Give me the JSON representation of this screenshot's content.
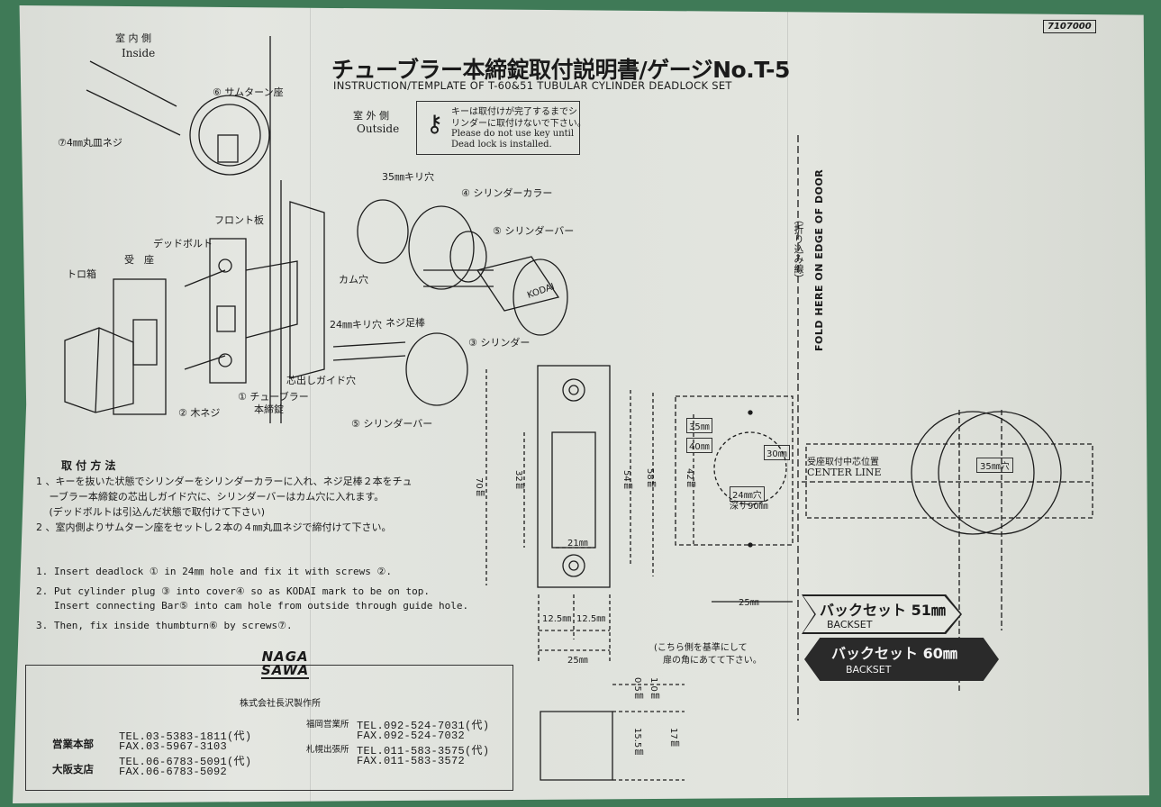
{
  "doc_number": "7107000",
  "title_jp": "チューブラー本締錠取付説明書/ゲージNo.T-5",
  "title_en": "INSTRUCTION/TEMPLATE OF T-60&51 TUBULAR CYLINDER DEADLOCK SET",
  "inside_jp": "室 内 側",
  "inside_en": "Inside",
  "outside_jp": "室 外 側",
  "outside_en": "Outside",
  "key_note_jp_1": "キーは取付けが完了するまでシ",
  "key_note_jp_2": "リンダーに取付けないで下さい。",
  "key_note_en_1": "Please do not use key until",
  "key_note_en_2": "Dead lock is installed.",
  "parts": {
    "thumbturn": "⑥ サムターン座",
    "screw4": "⑦4㎜丸皿ネジ",
    "front_plate": "フロント板",
    "deadbolt": "デッドボルト",
    "strike": "受　座",
    "box": "トロ箱",
    "hole35": "35㎜キリ穴",
    "collar": "④ シリンダーカラー",
    "bar5": "⑤ シリンダーバー",
    "cam_hole": "カム穴",
    "hole24": "24㎜キリ穴",
    "screw_post": "ネジ足棒",
    "cylinder": "③ シリンダー",
    "guide_hole": "芯出しガイド穴",
    "tubular_1": "① チューブラー",
    "tubular_2": "本締錠",
    "wood_screw": "② 木ネジ",
    "bar5b": "⑤ シリンダーバー",
    "brand": "KODAI"
  },
  "fold_en": "FOLD HERE ON EDGE OF DOOR",
  "fold_jp": "（折り込み線）",
  "method_title": "取 付 方 法",
  "steps_jp": [
    "1 、キーを抜いた状態でシリンダーをシリンダーカラーに入れ、ネジ足棒２本をチュ",
    "　 ーブラー本締錠の芯出しガイド穴に、シリンダーバーはカム穴に入れます。",
    "　 (デッドボルトは引込んだ状態で取付けて下さい)",
    "2 、室内側よりサムターン座をセットし２本の４㎜丸皿ネジで締付けて下さい。"
  ],
  "steps_en": [
    "1. Insert deadlock ① in 24㎜ hole and fix it with screws ②.",
    "2. Put cylinder plug ③ into cover④ so as KODAI mark to be on top.",
    "   Insert connecting Bar⑤ into cam hole from outside through guide hole.",
    "3. Then, fix inside thumbturn⑥ by screws⑦."
  ],
  "dims": {
    "d70": "70㎜",
    "d32": "32㎜",
    "d54": "54㎜",
    "d21": "21㎜",
    "d12a": "12.5㎜",
    "d12b": "12.5㎜",
    "d25w": "25㎜",
    "d35": "35㎜",
    "d40": "40㎜",
    "d30": "30㎜",
    "d58": "58㎜",
    "d42": "42㎜",
    "d24hole": "24㎜穴",
    "d24depth": "深サ90㎜",
    "d25": "25㎜",
    "d35hole": "35㎜穴",
    "d05": "0.5㎜",
    "d10": "1.0㎜",
    "d155": "15.5㎜",
    "d17": "17㎜"
  },
  "center_line_jp": "受座取付中芯位置",
  "center_line_en": "CENTER LINE",
  "edge_note_1": "(こちら側を基準にして",
  "edge_note_2": "扉の角にあてて下さい。",
  "backset51_jp": "バックセット 51㎜",
  "backset51_en": "BACKSET",
  "backset60_jp": "バックセット 60㎜",
  "backset60_en": "BACKSET",
  "company": {
    "logo_1": "NAGA",
    "logo_2": "SAWA",
    "name": "株式会社長沢製作所",
    "hq": "営業本部",
    "hq_tel": "TEL.03-5383-1811(代)",
    "hq_fax": "FAX.03-5967-3103",
    "osaka": "大阪支店",
    "osaka_tel": "TEL.06-6783-5091(代)",
    "osaka_fax": "FAX.06-6783-5092",
    "fukuoka": "福岡営業所",
    "fukuoka_tel": "TEL.092-524-7031(代)",
    "fukuoka_fax": "FAX.092-524-7032",
    "sapporo": "札幌出張所",
    "sapporo_tel": "TEL.011-583-3575(代)",
    "sapporo_fax": "FAX.011-583-3572"
  }
}
